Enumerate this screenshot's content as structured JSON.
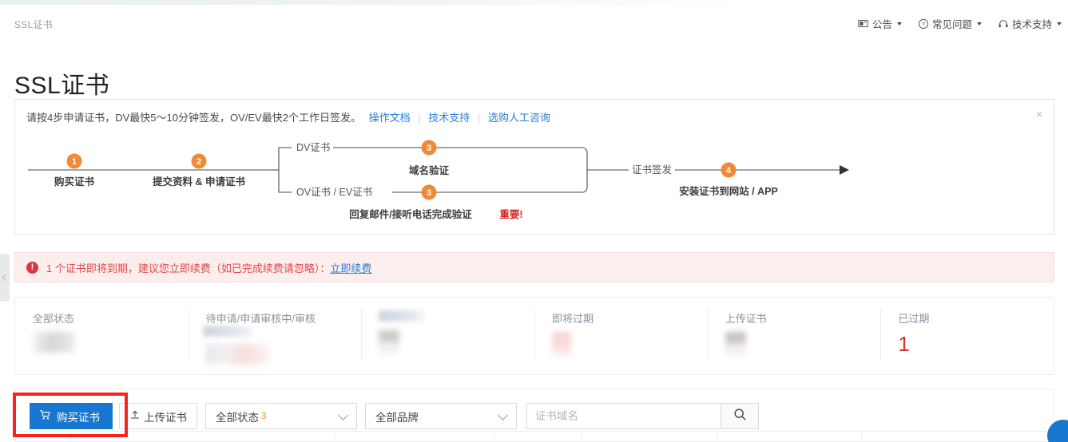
{
  "header": {
    "breadcrumb": "SSL证书",
    "nav": [
      {
        "label": "公告",
        "icon": "announcement-icon"
      },
      {
        "label": "常见问题",
        "icon": "question-circle-icon"
      },
      {
        "label": "技术支持",
        "icon": "headset-icon"
      }
    ]
  },
  "page_title": "SSL证书",
  "banner": {
    "text": "请按4步申请证书，DV最快5～10分钟签发，OV/EV最快2个工作日签发。",
    "links": [
      "操作文档",
      "技术支持",
      "选购人工咨询"
    ],
    "close_label": "×",
    "flow": {
      "steps": [
        {
          "num": "1",
          "label": "购买证书"
        },
        {
          "num": "2",
          "label": "提交资料 & 申请证书"
        },
        {
          "num": "3",
          "label": "域名验证"
        },
        {
          "num": "3",
          "label": "回复邮件/接听电话完成验证"
        },
        {
          "num": "4",
          "label": "安装证书到网站 / APP"
        }
      ],
      "branch_top": "DV证书",
      "branch_bottom": "OV证书 / EV证书",
      "issue_label": "证书签发",
      "important": "重要!"
    }
  },
  "alert": {
    "icon": "exclamation-circle-icon",
    "text": "1 个证书即将到期，建议您立即续费（如已完成续费请忽略）：",
    "link": "立即续费"
  },
  "stats": [
    {
      "label": "全部状态",
      "value": "",
      "blurred": true
    },
    {
      "label": "待申请/申请审核中/审核",
      "value": "",
      "blurred": true,
      "label_blurred": true
    },
    {
      "label": "",
      "value": "",
      "blurred": true,
      "label_blurred": true
    },
    {
      "label": "即将过期",
      "value": "",
      "blurred": true
    },
    {
      "label": "上传证书",
      "value": "",
      "blurred": true
    },
    {
      "label": "已过期",
      "value": "1",
      "blurred": false,
      "color": "#d0342c"
    }
  ],
  "toolbar": {
    "buy_label": "购买证书",
    "buy_icon": "cart-icon",
    "upload_label": "上传证书",
    "upload_icon": "upload-icon",
    "status_filter": {
      "label": "全部状态",
      "count": "3"
    },
    "brand_filter": {
      "label": "全部品牌"
    },
    "search": {
      "placeholder": "证书域名",
      "value": "",
      "icon": "search-icon"
    }
  },
  "colors": {
    "primary_blue": "#1878cf",
    "link_blue": "#2a7fd4",
    "accent_orange": "#ef8a37",
    "danger_red": "#d0342c",
    "alert_bg": "#fdeeee",
    "annotation_red": "#f4251f"
  }
}
